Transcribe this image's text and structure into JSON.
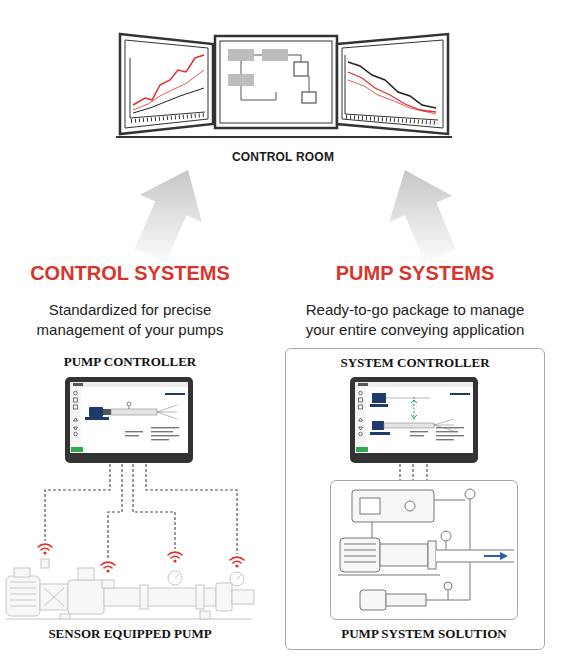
{
  "diagram": {
    "nodes": [
      {
        "text": [
          "CONTROL ROOM"
        ]
      },
      {
        "text": [
          "CONTROL SYSTEMS",
          "Standardized for precise management of your pumps"
        ]
      },
      {
        "text": [
          "PUMP CONTROLLER"
        ]
      },
      {
        "text": [
          "SENSOR EQUIPPED PUMP"
        ]
      },
      {
        "text": [
          "PUMP SYSTEMS",
          "Ready-to-go package to manage your entire conveying application"
        ]
      },
      {
        "text": [
          "SYSTEM CONTROLLER"
        ],
        "in": 4
      },
      {
        "text": [
          "PUMP SYSTEM SOLUTION"
        ],
        "in": 4
      }
    ],
    "edges": [
      {
        "from": 1,
        "to": 0,
        "arrow": "to"
      },
      {
        "from": 4,
        "to": 0,
        "arrow": "to"
      },
      {
        "from": 2,
        "to": 3,
        "arrow": "none"
      },
      {
        "from": 5,
        "to": 6,
        "arrow": "none"
      }
    ]
  }
}
